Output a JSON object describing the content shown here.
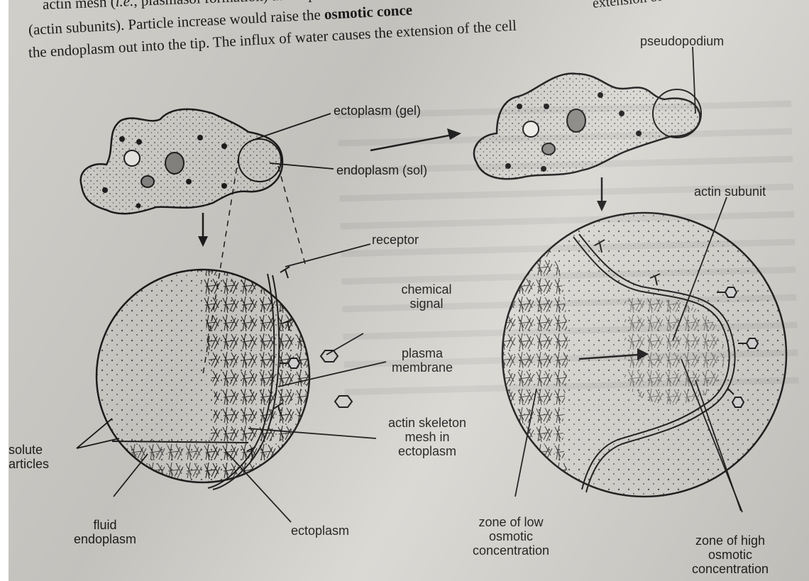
{
  "prose": {
    "line1_lead": "actin mesh (",
    "line1_italic": "i.e.",
    "line1_tail": ", plasmasol formation) at the po",
    "line2_lead": "(actin subunits). Particle increase would raise the ",
    "line2_bold": "osmotic conce",
    "line2_tail": "extension of the cell",
    "line3": "the endoplasm out into the tip. The influx of water causes the extension of the cell"
  },
  "labels": {
    "ectoplasm_gel": "ectoplasm (gel)",
    "endoplasm_sol": "endoplasm (sol)",
    "pseudopodium": "pseudopodium",
    "actin_subunit": "actin subunit",
    "receptor": "receptor",
    "chemical_signal": [
      "chemical",
      "signal"
    ],
    "plasma_membrane": [
      "plasma",
      "membrane"
    ],
    "actin_skeleton": [
      "actin skeleton",
      "mesh in",
      "ectoplasm"
    ],
    "solute_particles": [
      "solute",
      "articles"
    ],
    "fluid_endoplasm": [
      "fluid",
      "endoplasm"
    ],
    "ectoplasm": "ectoplasm",
    "zone_low": [
      "zone of low",
      "osmotic",
      "concentration"
    ],
    "zone_high": [
      "zone of high",
      "osmotic",
      "concentration"
    ]
  },
  "colors": {
    "paper": "#d9d7d2",
    "ink": "#1e1e1e"
  }
}
